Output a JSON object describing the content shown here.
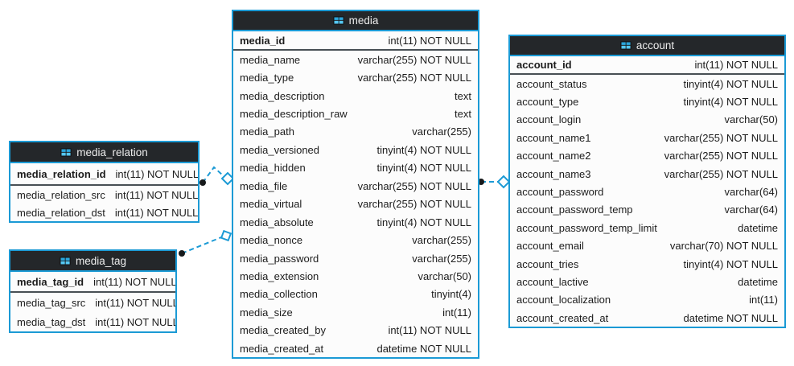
{
  "diagram": {
    "type": "database-eer-diagram",
    "tables": [
      {
        "id": "media_relation",
        "title": "media_relation",
        "icon": "table-icon",
        "primary_key": {
          "name": "media_relation_id",
          "type": "int(11) NOT NULL"
        },
        "columns": [
          {
            "name": "media_relation_src",
            "type": "int(11) NOT NULL"
          },
          {
            "name": "media_relation_dst",
            "type": "int(11) NOT NULL"
          }
        ]
      },
      {
        "id": "media_tag",
        "title": "media_tag",
        "icon": "table-icon",
        "primary_key": {
          "name": "media_tag_id",
          "type": "int(11) NOT NULL"
        },
        "columns": [
          {
            "name": "media_tag_src",
            "type": "int(11) NOT NULL"
          },
          {
            "name": "media_tag_dst",
            "type": "int(11) NOT NULL"
          }
        ]
      },
      {
        "id": "media",
        "title": "media",
        "icon": "table-icon",
        "primary_key": {
          "name": "media_id",
          "type": "int(11) NOT NULL"
        },
        "columns": [
          {
            "name": "media_name",
            "type": "varchar(255) NOT NULL"
          },
          {
            "name": "media_type",
            "type": "varchar(255) NOT NULL"
          },
          {
            "name": "media_description",
            "type": "text"
          },
          {
            "name": "media_description_raw",
            "type": "text"
          },
          {
            "name": "media_path",
            "type": "varchar(255)"
          },
          {
            "name": "media_versioned",
            "type": "tinyint(4) NOT NULL"
          },
          {
            "name": "media_hidden",
            "type": "tinyint(4) NOT NULL"
          },
          {
            "name": "media_file",
            "type": "varchar(255) NOT NULL"
          },
          {
            "name": "media_virtual",
            "type": "varchar(255) NOT NULL"
          },
          {
            "name": "media_absolute",
            "type": "tinyint(4) NOT NULL"
          },
          {
            "name": "media_nonce",
            "type": "varchar(255)"
          },
          {
            "name": "media_password",
            "type": "varchar(255)"
          },
          {
            "name": "media_extension",
            "type": "varchar(50)"
          },
          {
            "name": "media_collection",
            "type": "tinyint(4)"
          },
          {
            "name": "media_size",
            "type": "int(11)"
          },
          {
            "name": "media_created_by",
            "type": "int(11) NOT NULL"
          },
          {
            "name": "media_created_at",
            "type": "datetime NOT NULL"
          }
        ]
      },
      {
        "id": "account",
        "title": "account",
        "icon": "table-icon",
        "primary_key": {
          "name": "account_id",
          "type": "int(11) NOT NULL"
        },
        "columns": [
          {
            "name": "account_status",
            "type": "tinyint(4) NOT NULL"
          },
          {
            "name": "account_type",
            "type": "tinyint(4) NOT NULL"
          },
          {
            "name": "account_login",
            "type": "varchar(50)"
          },
          {
            "name": "account_name1",
            "type": "varchar(255) NOT NULL"
          },
          {
            "name": "account_name2",
            "type": "varchar(255) NOT NULL"
          },
          {
            "name": "account_name3",
            "type": "varchar(255) NOT NULL"
          },
          {
            "name": "account_password",
            "type": "varchar(64)"
          },
          {
            "name": "account_password_temp",
            "type": "varchar(64)"
          },
          {
            "name": "account_password_temp_limit",
            "type": "datetime"
          },
          {
            "name": "account_email",
            "type": "varchar(70) NOT NULL"
          },
          {
            "name": "account_tries",
            "type": "tinyint(4) NOT NULL"
          },
          {
            "name": "account_lactive",
            "type": "datetime"
          },
          {
            "name": "account_localization",
            "type": "int(11)"
          },
          {
            "name": "account_created_at",
            "type": "datetime NOT NULL"
          }
        ]
      }
    ],
    "relations": [
      {
        "source": "media_relation",
        "target": "media",
        "style": "dashed"
      },
      {
        "source": "media_tag",
        "target": "media",
        "style": "dashed"
      },
      {
        "source": "media",
        "target": "account",
        "style": "dashed"
      }
    ]
  },
  "colors": {
    "table_border": "#1b9ad5",
    "header_background": "#24272a",
    "header_text": "#ededed",
    "row_background": "#fcfcfc",
    "row_text": "#1c1c1c",
    "pk_separator": "#474f54",
    "relation_line": "#1b9ad5",
    "relation_dot": "#17191b",
    "icon_blue": "#2eb2ea"
  }
}
